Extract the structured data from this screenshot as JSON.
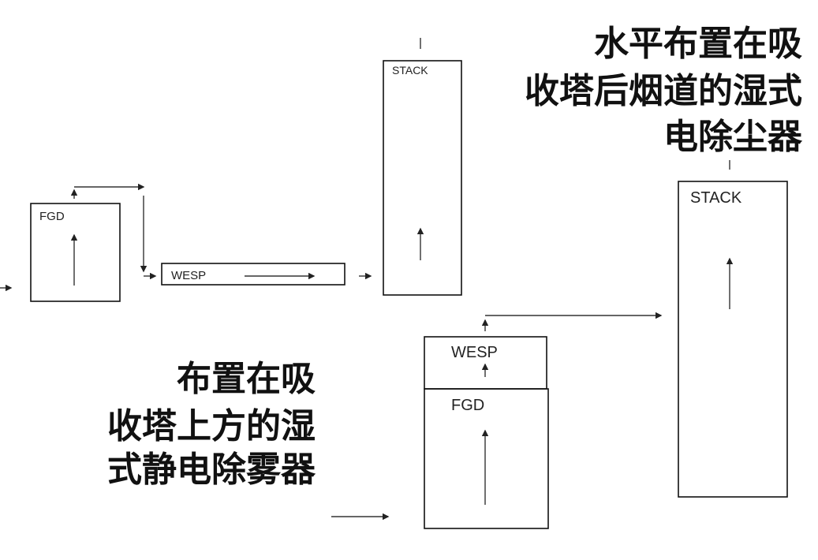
{
  "left_layout": {
    "fgd_label": "FGD",
    "wesp_label": "WESP",
    "stack_label": "STACK"
  },
  "right_layout": {
    "fgd_label": "FGD",
    "wesp_label": "WESP",
    "stack_label": "STACK"
  },
  "captions": {
    "horizontal": [
      "水平布置在吸",
      "收塔后烟道的湿式",
      "电除尘器"
    ],
    "vertical": [
      "布置在吸",
      "收塔上方的湿",
      "式静电除雾器"
    ]
  }
}
